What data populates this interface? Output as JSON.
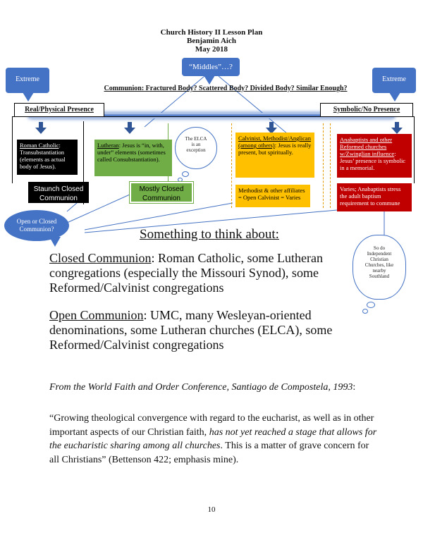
{
  "header": {
    "title": "Church History II Lesson Plan",
    "author": "Benjamin Aich",
    "date": "May 2018"
  },
  "callouts": {
    "extreme_left": "Extreme",
    "middles": "“Middles”…?",
    "extreme_right": "Extreme",
    "open_closed": "Open or Closed Communion?"
  },
  "diagram": {
    "question": "Communion: Fractured Body? Scattered Body? Divided Body? Similar Enough?",
    "left_pole": "Real/Physical Presence",
    "right_pole": "Symbolic/No Presence",
    "boxes": [
      {
        "title": "Roman Catholic",
        "text": ": Transubstantiation (elements as actual body of Jesus)."
      },
      {
        "title": "Lutheran",
        "text": ": Jesus is “in, with, under” elements (sometimes called Consubstantiation)."
      },
      {
        "title": "Calvinist, Methodist/Anglican (among others)",
        "text": ": Jesus is really present, but spiritually."
      },
      {
        "title": "Anabaptists and other Reformed churches w/Zwinglian influence",
        "text": ": Jesus’ presence is symbolic in a memorial."
      }
    ],
    "communion_boxes": [
      "Staunch Closed Communion",
      "Mostly Closed Communion",
      "Methodist & other affiliates = Open Calvinist = Varies",
      "Varies; Anabaptists stress the adult baptism requirement to commune"
    ],
    "thought_elca": "The ELCA is an exception",
    "thought_independent": "So do Independent Christian Churches, like nearby Southland"
  },
  "content": {
    "think_heading": "Something to think about:",
    "closed_label": "Closed Communion",
    "closed_text": ": Roman Catholic, some Lutheran congregations (especially the Missouri Synod), some Reformed/Calvinist congregations",
    "open_label": "Open Communion",
    "open_text": ": UMC, many Wesleyan-oriented denominations, some Lutheran churches (ELCA), some Reformed/Calvinist congregations",
    "source": "From the World Faith and Order Conference, Santiago de Compostela, 1993",
    "source_colon": ":",
    "quote_start": "“Growing theological convergence with regard to the eucharist, as well as in other important aspects of our Christian faith, ",
    "quote_italic": "has not yet reached a stage that allows for the eucharistic sharing among all churches",
    "quote_end": ". This is a matter of grave concern for all Christians” (Bettenson 422; emphasis mine).",
    "page_number": "10"
  },
  "colors": {
    "callout_blue": "#4472c4",
    "catholic_black": "#000000",
    "lutheran_green": "#70ad47",
    "calvinist_orange": "#ffc000",
    "anabaptist_red": "#c00000"
  }
}
